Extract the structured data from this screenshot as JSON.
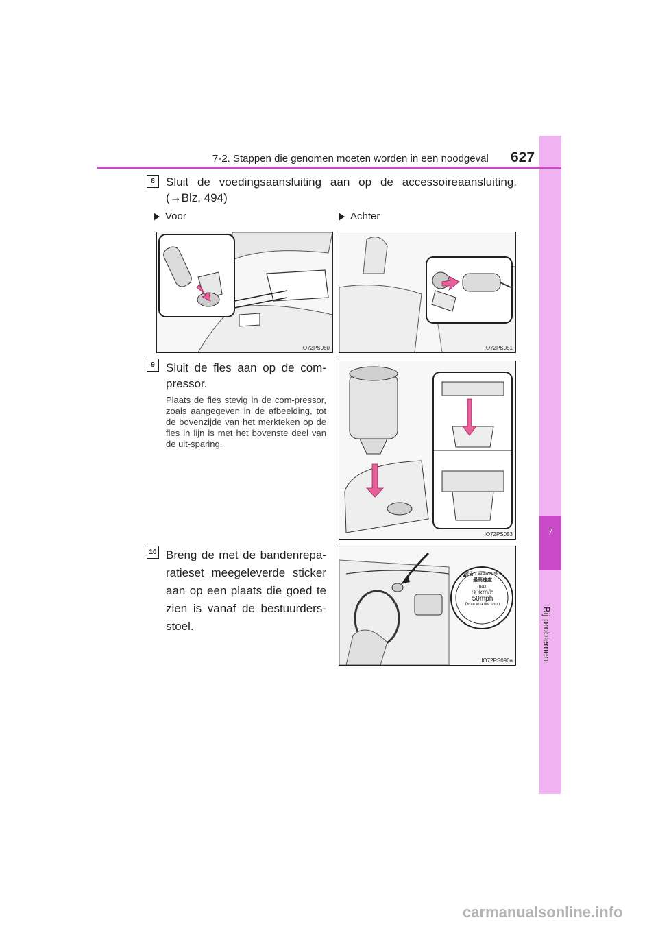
{
  "header": {
    "title": "7-2. Stappen die genomen moeten worden in een noodgeval",
    "page_number": "627"
  },
  "side_tab": {
    "chapter_number": "7",
    "chapter_name": "Bij problemen"
  },
  "steps": [
    {
      "number": "8",
      "text_line1": "Sluit de voedingsaansluiting aan op de accessoireaansluiting.",
      "text_line2": "(→Blz. 494)",
      "options": [
        {
          "label": "Voor",
          "image_code": "IO72PS050"
        },
        {
          "label": "Achter",
          "image_code": "IO72PS051"
        }
      ]
    },
    {
      "number": "9",
      "text": "Sluit de fles aan op de com-pressor.",
      "note": "Plaats de fles stevig in de com-pressor, zoals aangegeven in de afbeelding, tot de bovenzijde van het merkteken op de fles in lijn is met het bovenste deel van de uit-sparing.",
      "image_code": "IO72PS053"
    },
    {
      "number": "10",
      "text": "Breng de met de bandenrepa-ratieset meegeleverde sticker aan op een plaats die goed te zien is vanaf de bestuurders-stoel.",
      "image_code": "IO72PS090a",
      "sticker": {
        "warning": "警告 / WARNING",
        "line1": "最高速度",
        "line2": "max.",
        "speed_kmh": "80km/h",
        "speed_mph": "50mph",
        "bottom": "Drive to a tire shop"
      }
    }
  ],
  "watermark": "carmanualsonline.info",
  "colors": {
    "accent": "#c84ac8",
    "tab": "#f0b2f0",
    "arrow": "#e8609a"
  }
}
